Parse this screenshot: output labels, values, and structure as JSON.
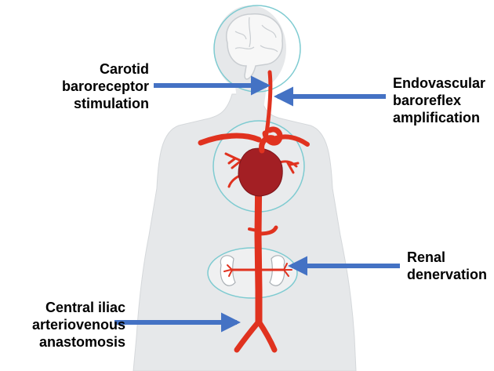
{
  "labels": {
    "carotid": "Carotid\nbaroreceptor\nstimulation",
    "endovascular": "Endovascular\nbaroreflex\namplification",
    "renal": "Renal\ndenervation",
    "iliac": "Central iliac\narteriovenous\nanastomosis"
  },
  "colors": {
    "body": "#e6e8ea",
    "body_outline": "#d5d8db",
    "brain": "#f6f6f6",
    "circle": "#7ecbd1",
    "artery": "#e0321f",
    "heart": "#a31f24",
    "arrow": "#4472c4"
  }
}
